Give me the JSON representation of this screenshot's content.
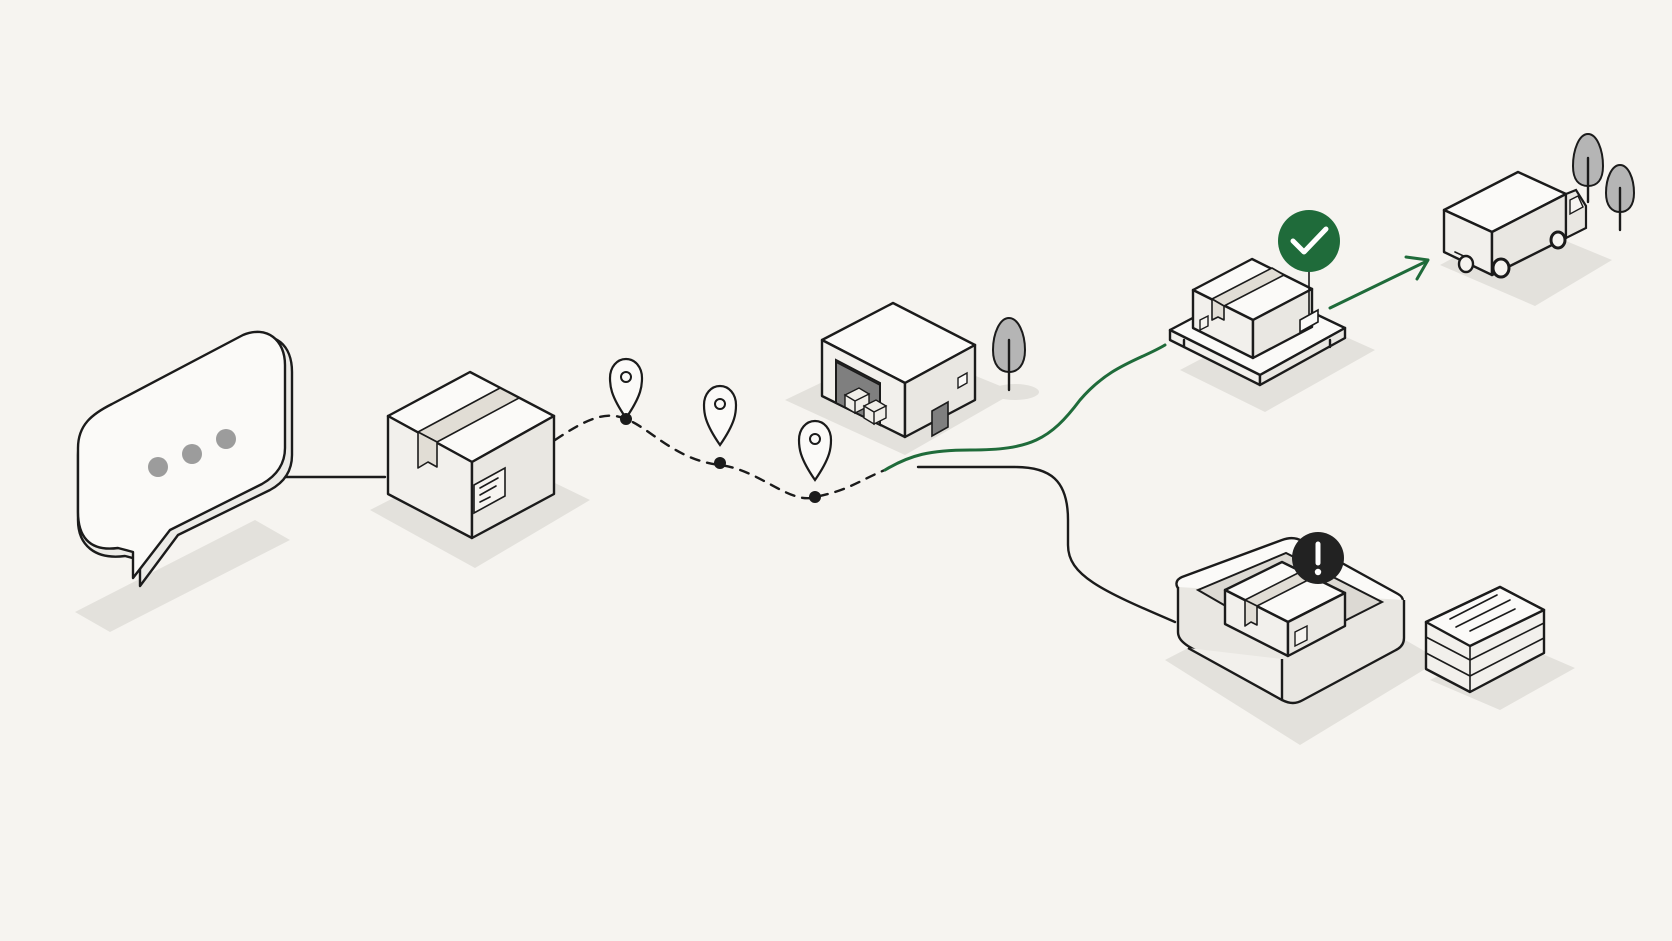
{
  "flow": {
    "stages": [
      {
        "id": "message",
        "icon": "speech-bubble-icon"
      },
      {
        "id": "package",
        "icon": "package-box-icon"
      },
      {
        "id": "transit",
        "icon": "location-pin-icon",
        "pins": 3
      },
      {
        "id": "warehouse",
        "icon": "warehouse-icon"
      },
      {
        "id": "verified",
        "icon": "package-on-scale-icon",
        "status": "check"
      },
      {
        "id": "delivery",
        "icon": "delivery-truck-icon"
      },
      {
        "id": "exception",
        "icon": "package-in-tray-icon",
        "status": "alert"
      },
      {
        "id": "records",
        "icon": "document-stack-icon"
      }
    ],
    "branches": {
      "success_path_color": "#1f6b3a",
      "exception_path_color": "#1b1b1b"
    }
  },
  "colors": {
    "background": "#f6f4f0",
    "success": "#1f6b3a",
    "alert": "#222222",
    "line": "#1b1b1b"
  }
}
